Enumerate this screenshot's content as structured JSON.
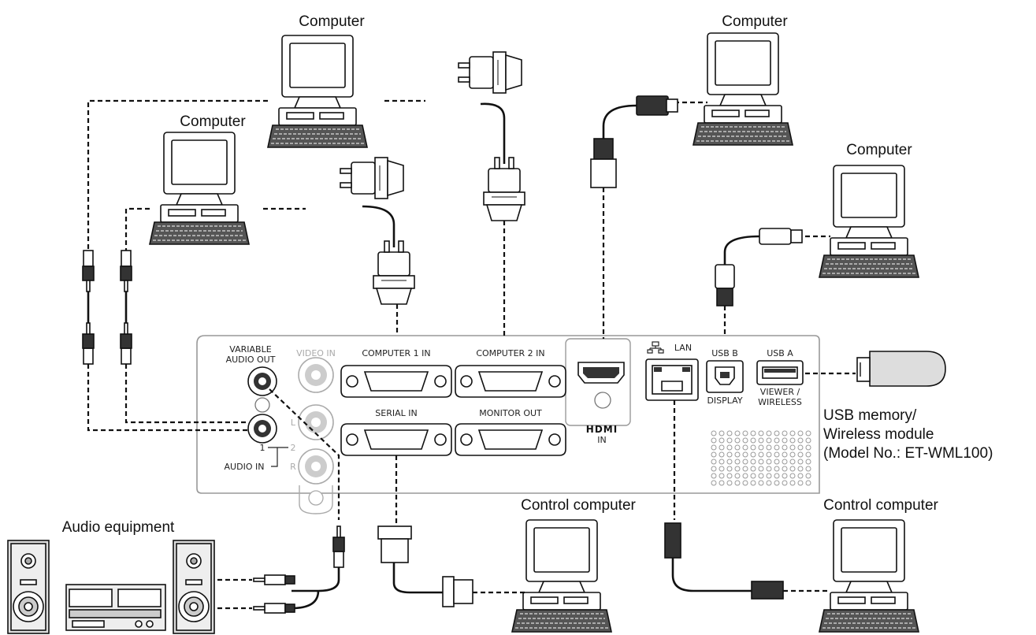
{
  "labels": {
    "computer_top_center": "Computer",
    "computer_left": "Computer",
    "computer_top_right": "Computer",
    "computer_right": "Computer",
    "audio_equipment": "Audio equipment",
    "control_computer_1": "Control computer",
    "control_computer_2": "Control computer",
    "usb_memory_line1": "USB memory/",
    "usb_memory_line2": "Wireless module",
    "usb_memory_line3": "(Model No.: ET-WML100)"
  },
  "ports": {
    "variable_audio_out_1": "VARIABLE",
    "variable_audio_out_2": "AUDIO OUT",
    "video_in": "VIDEO IN",
    "computer1_in": "COMPUTER 1 IN",
    "computer2_in": "COMPUTER 2 IN",
    "serial_in": "SERIAL IN",
    "monitor_out": "MONITOR OUT",
    "lan": "LAN",
    "usb_b": "USB B",
    "usb_b_sub": "DISPLAY",
    "usb_a": "USB A",
    "usb_a_sub1": "VIEWER /",
    "usb_a_sub2": "WIRELESS",
    "hdmi_logo": "HDMI",
    "hdmi_in": "IN",
    "audio_in": "AUDIO IN",
    "audio_in_1": "1",
    "audio_in_2": "2",
    "ch_l": "L",
    "ch_r": "R"
  }
}
